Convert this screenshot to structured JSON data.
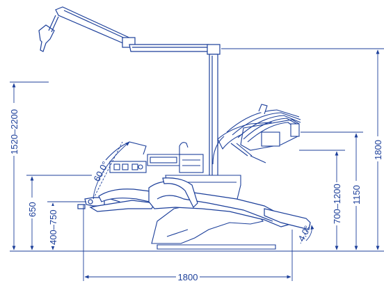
{
  "diagram": {
    "colors": {
      "line": "#1c3f9a",
      "background": "#ffffff",
      "fill": "#ffffff"
    },
    "dimensions": {
      "lamp_height": "1520–2200",
      "chair_upper_height": "650",
      "chair_lower_range": "400–750",
      "tray_height": "700–1200",
      "unit_height": "1150",
      "total_height": "1800",
      "total_length": "1800",
      "backrest_angle": "60.0°",
      "footrest_angle": "4.0°"
    }
  }
}
